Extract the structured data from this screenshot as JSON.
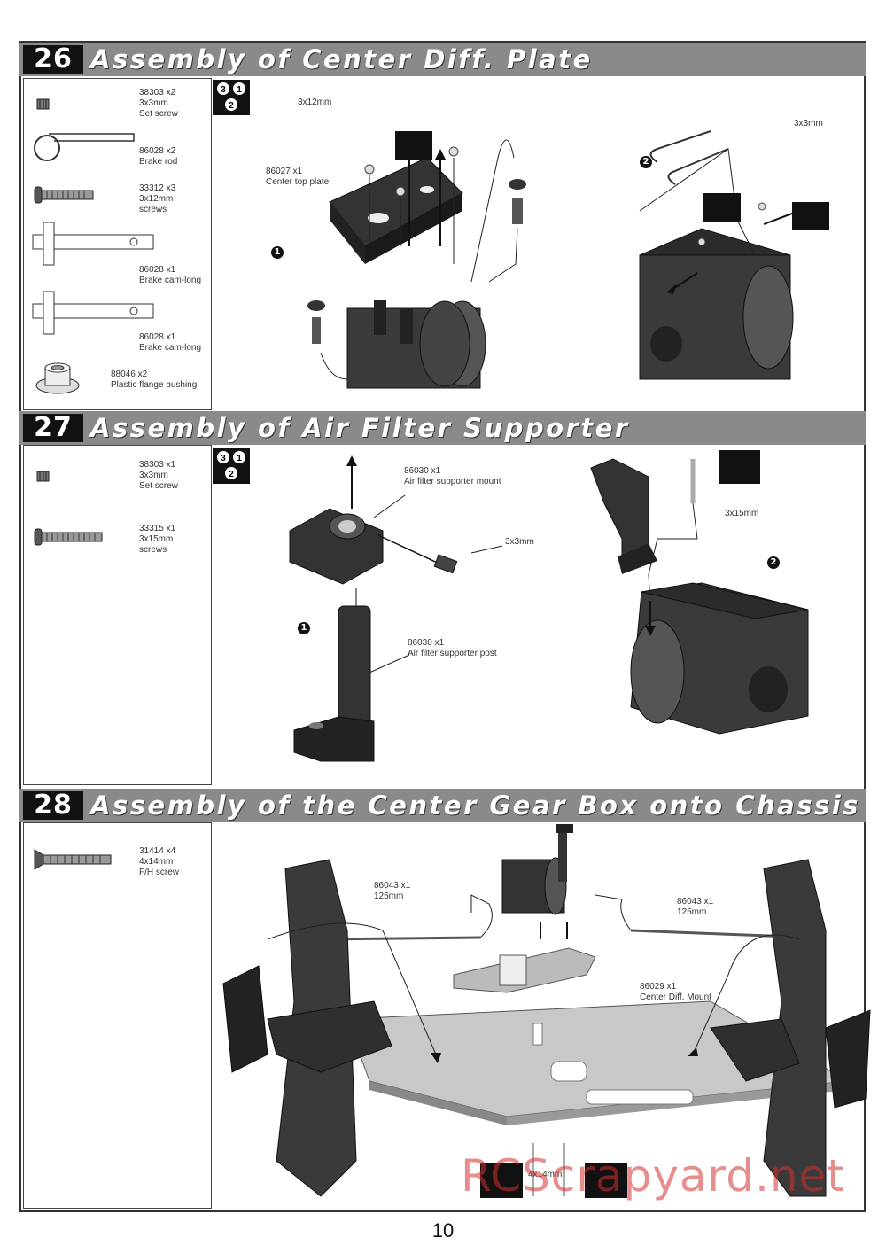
{
  "sections": [
    {
      "number": "26",
      "title": "Assembly of Center Diff. Plate",
      "parts": [
        {
          "code": "38303  x2",
          "size": "3x3mm",
          "name": "Set screw"
        },
        {
          "code": "86028  x2",
          "size": "",
          "name": "Brake rod"
        },
        {
          "code": "33312  x3",
          "size": "3x12mm",
          "name": "screws"
        },
        {
          "code": "86028  x1",
          "size": "",
          "name": "Brake cam-long"
        },
        {
          "code": "86028  x1",
          "size": "",
          "name": "Brake cam-long"
        },
        {
          "code": "88046  x2",
          "size": "",
          "name": "Plastic flange bushing"
        }
      ],
      "labels": {
        "screw_size": "3x12mm",
        "plate_code": "86027  x1",
        "plate_name": "Center top plate",
        "right_screw_size": "3x3mm",
        "step_1": "1",
        "step_2": "2"
      }
    },
    {
      "number": "27",
      "title": "Assembly of Air Filter Supporter",
      "parts": [
        {
          "code": "38303  x1",
          "size": "3x3mm",
          "name": "Set screw"
        },
        {
          "code": "33315  x1",
          "size": "3x15mm",
          "name": "screws"
        }
      ],
      "labels": {
        "mount_code": "86030  x1",
        "mount_name": "Air filter supporter mount",
        "setscrew_size": "3x3mm",
        "post_code": "86030  x1",
        "post_name": "Air filter supporter post",
        "screw_size": "3x15mm",
        "step_1": "1",
        "step_2": "2"
      }
    },
    {
      "number": "28",
      "title": "Assembly of the Center Gear Box onto Chassis",
      "parts": [
        {
          "code": "31414  x4",
          "size": "4x14mm",
          "name": "F/H  screw"
        }
      ],
      "labels": {
        "left_shaft_code": "86043  x1",
        "left_shaft_size": "125mm",
        "right_shaft_code": "86043  x1",
        "right_shaft_size": "125mm",
        "mount_code": "86029  x1",
        "mount_name": "Center Diff. Mount",
        "bottom_screw_size": "4x14mm"
      }
    }
  ],
  "page_number": "10",
  "watermark": "RCScrapyard.net"
}
